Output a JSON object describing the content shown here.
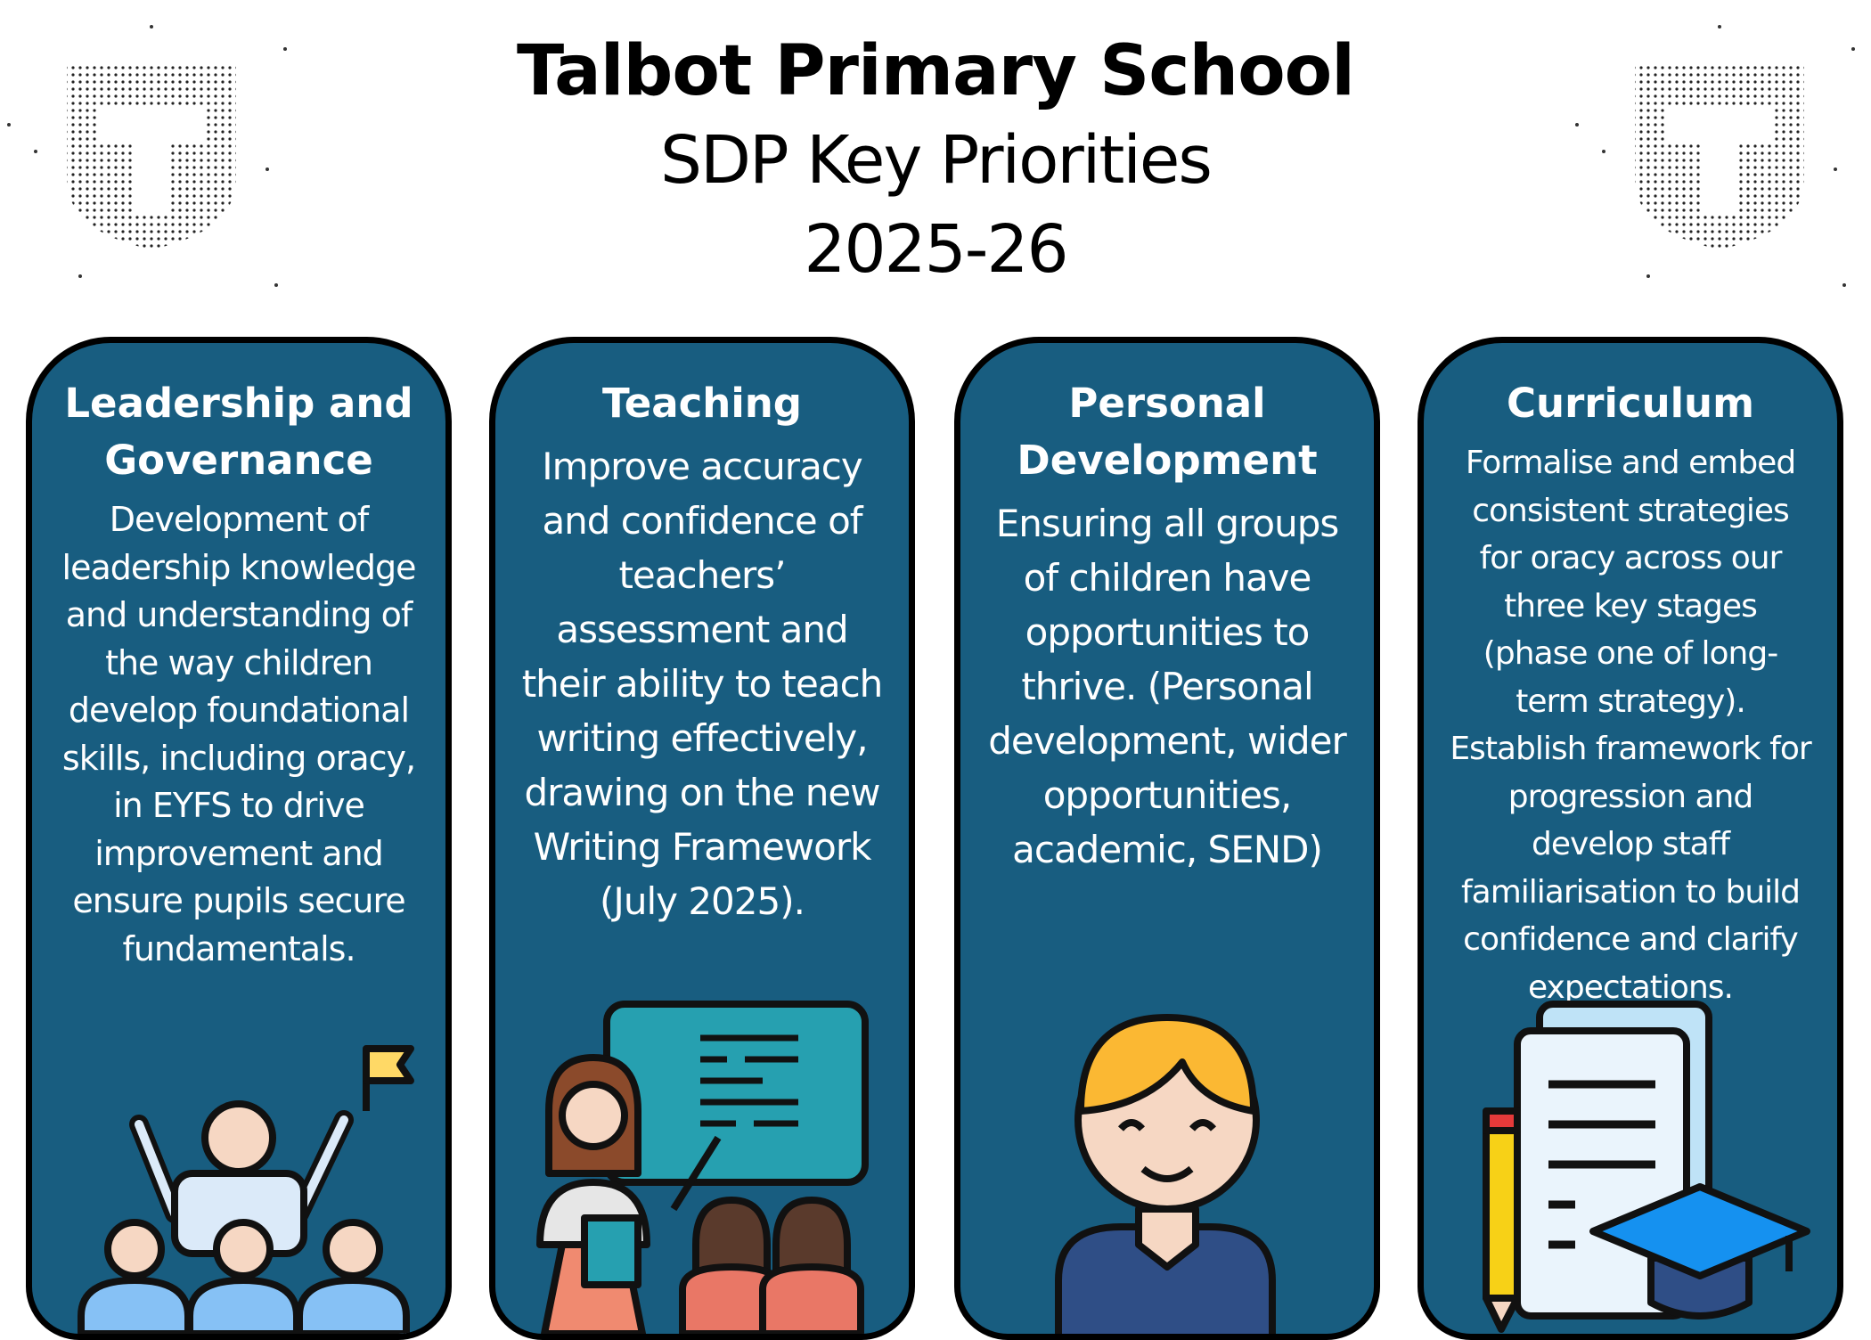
{
  "header": {
    "school": "Talbot Primary School",
    "subtitle": "SDP Key Priorities",
    "year": "2025-26"
  },
  "logo": {
    "letter": "T"
  },
  "colors": {
    "card": "#185d80",
    "border": "#000000",
    "text": "#ffffff"
  },
  "cards": [
    {
      "title": "Leadership and Governance",
      "body": "Development of leadership knowledge and understanding of the way children develop foundational skills, including oracy, in EYFS to drive improvement and ensure pupils secure fundamentals.",
      "icon": "leader-group-icon"
    },
    {
      "title": "Teaching",
      "body": "Improve accuracy and confidence of teachers’ assessment and their ability to teach writing effectively, drawing on the new Writing Framework (July 2025).",
      "icon": "teacher-board-icon"
    },
    {
      "title": "Personal Development",
      "body": "Ensuring all groups of children have opportunities to thrive. (Personal development, wider opportunities, academic, SEND)",
      "icon": "child-icon"
    },
    {
      "title": "Curriculum",
      "body": "Formalise and embed consistent strategies for oracy across our three key stages (phase one of long-term strategy). Establish framework for progression and develop staff familiarisation to build confidence and clarify expectations.",
      "icon": "curriculum-documents-icon"
    }
  ]
}
